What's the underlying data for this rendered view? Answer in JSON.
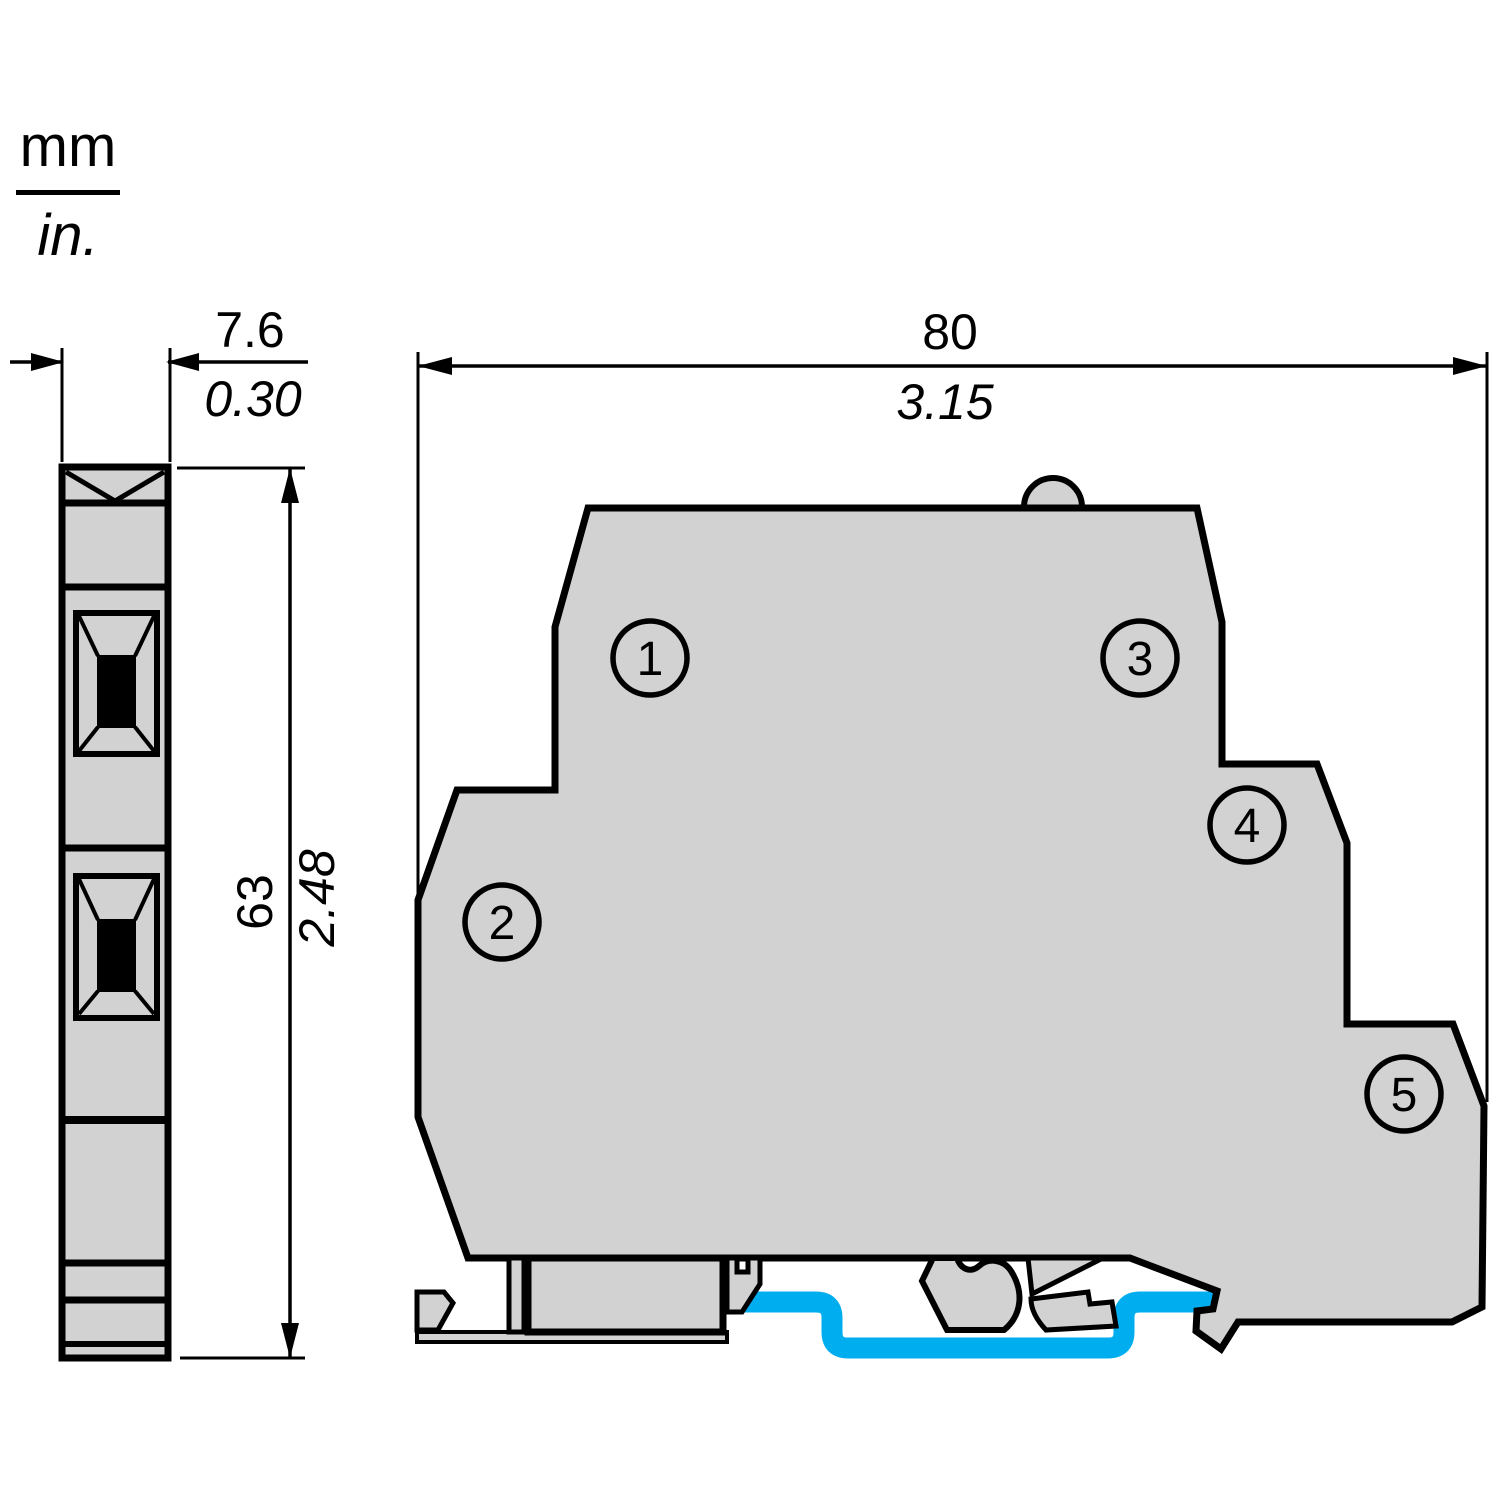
{
  "units": {
    "metric": "mm",
    "imperial": "in."
  },
  "dimensions": {
    "front_width": {
      "mm": "7.6",
      "in": "0.30"
    },
    "height": {
      "mm": "63",
      "in": "2.48"
    },
    "side_width": {
      "mm": "80",
      "in": "3.15"
    }
  },
  "markers": [
    {
      "label": "1"
    },
    {
      "label": "2"
    },
    {
      "label": "3"
    },
    {
      "label": "4"
    },
    {
      "label": "5"
    }
  ],
  "colors": {
    "body_fill": "#d2d2d2",
    "outline": "#000000",
    "din_rail_blue": "#00aeef",
    "background": "#ffffff"
  }
}
